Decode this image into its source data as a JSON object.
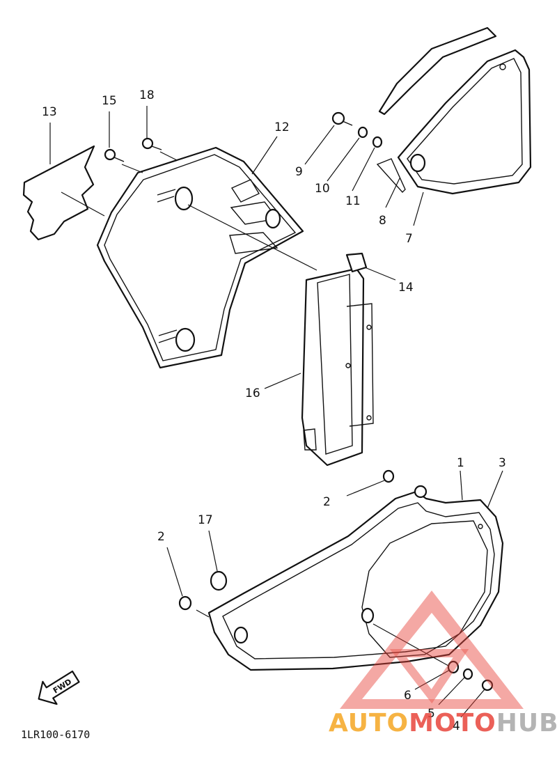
{
  "diagram": {
    "callouts": [
      {
        "id": "c1",
        "label": "1"
      },
      {
        "id": "c2a",
        "label": "2"
      },
      {
        "id": "c2b",
        "label": "2"
      },
      {
        "id": "c3",
        "label": "3"
      },
      {
        "id": "c4",
        "label": "4"
      },
      {
        "id": "c5",
        "label": "5"
      },
      {
        "id": "c6",
        "label": "6"
      },
      {
        "id": "c7",
        "label": "7"
      },
      {
        "id": "c8",
        "label": "8"
      },
      {
        "id": "c9",
        "label": "9"
      },
      {
        "id": "c10",
        "label": "10"
      },
      {
        "id": "c11",
        "label": "11"
      },
      {
        "id": "c12",
        "label": "12"
      },
      {
        "id": "c13",
        "label": "13"
      },
      {
        "id": "c14",
        "label": "14"
      },
      {
        "id": "c15",
        "label": "15"
      },
      {
        "id": "c16",
        "label": "16"
      },
      {
        "id": "c17",
        "label": "17"
      },
      {
        "id": "c18",
        "label": "18"
      }
    ],
    "fwd_label": "FWD",
    "diagram_code": "1LR100-6170"
  },
  "watermark": {
    "part1": "AUTO",
    "part2": "MOTO",
    "part3": "HUB",
    "color_orange": "#f5a623",
    "color_red": "#e8453c",
    "color_gray": "#a8a8a8"
  }
}
